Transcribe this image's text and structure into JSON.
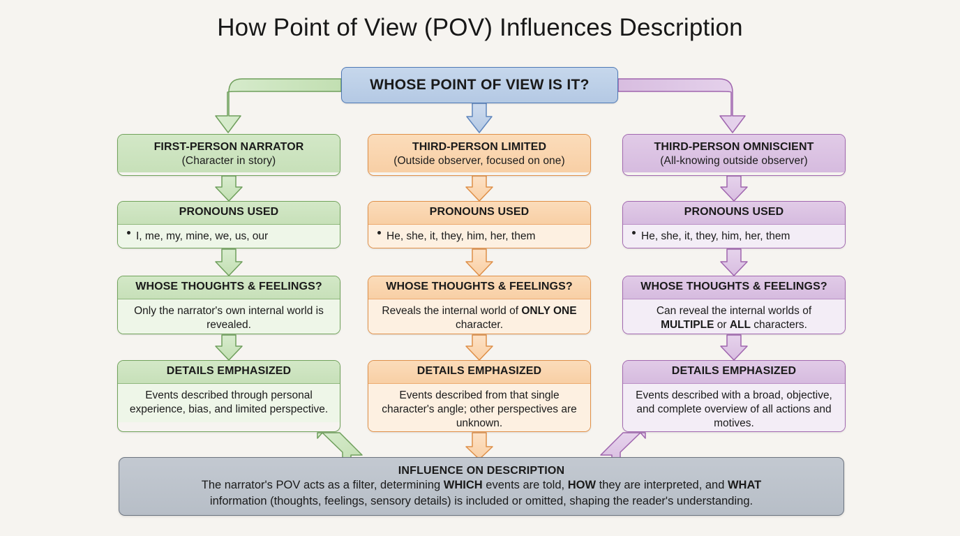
{
  "title": "How Point of View (POV) Influences Description",
  "colors": {
    "background": "#f6f4f0",
    "top_fill": "#bdd0e8",
    "top_border": "#4f79b5",
    "green_header": "#cbe3c0",
    "green_body": "#eef6e8",
    "green_border": "#71a35b",
    "orange_header": "#f9d2ab",
    "orange_body": "#fdf0e1",
    "orange_border": "#e09048",
    "purple_header": "#d9c2e0",
    "purple_body": "#f3edf6",
    "purple_border": "#a268b0",
    "summary_fill": "#bcc3cb",
    "summary_border": "#6c7480"
  },
  "root": {
    "label": "WHOSE POINT OF VIEW IS IT?"
  },
  "columns": [
    {
      "key": "first-person",
      "theme": "green",
      "type": {
        "heading": "FIRST-PERSON NARRATOR",
        "subheading": "(Character in story)"
      },
      "pronouns": {
        "heading": "PRONOUNS USED",
        "items": "I, me, my, mine, we, us, our"
      },
      "thoughts": {
        "heading": "WHOSE THOUGHTS & FEELINGS?",
        "text_parts": [
          {
            "text": "Only the narrator's own internal world is revealed.",
            "bold": false
          }
        ]
      },
      "details": {
        "heading": "DETAILS EMPHASIZED",
        "text": "Events described through personal experience, bias, and limited perspective."
      }
    },
    {
      "key": "third-limited",
      "theme": "orange",
      "type": {
        "heading": "THIRD-PERSON LIMITED",
        "subheading": "(Outside observer, focused on one)"
      },
      "pronouns": {
        "heading": "PRONOUNS USED",
        "items": "He, she, it, they, him, her, them"
      },
      "thoughts": {
        "heading": "WHOSE THOUGHTS & FEELINGS?",
        "text_parts": [
          {
            "text": "Reveals the internal world of ",
            "bold": false
          },
          {
            "text": "ONLY ONE",
            "bold": true
          },
          {
            "text": " character.",
            "bold": false
          }
        ]
      },
      "details": {
        "heading": "DETAILS EMPHASIZED",
        "text": "Events described from that single character's angle; other perspectives are unknown."
      }
    },
    {
      "key": "third-omniscient",
      "theme": "purple",
      "type": {
        "heading": "THIRD-PERSON OMNISCIENT",
        "subheading": "(All-knowing outside observer)"
      },
      "pronouns": {
        "heading": "PRONOUNS USED",
        "items": "He, she, it, they, him, her, them"
      },
      "thoughts": {
        "heading": "WHOSE THOUGHTS & FEELINGS?",
        "text_parts": [
          {
            "text": "Can reveal the internal worlds of ",
            "bold": false
          },
          {
            "text": "MULTIPLE",
            "bold": true
          },
          {
            "text": " or ",
            "bold": false
          },
          {
            "text": "ALL",
            "bold": true
          },
          {
            "text": " characters.",
            "bold": false
          }
        ]
      },
      "details": {
        "heading": "DETAILS EMPHASIZED",
        "text": "Events described with a broad, objective, and complete overview of all actions and motives."
      }
    }
  ],
  "summary": {
    "heading": "INFLUENCE ON DESCRIPTION",
    "line1_parts": [
      {
        "text": "The narrator's POV acts as a filter, determining ",
        "bold": false
      },
      {
        "text": "WHICH",
        "bold": true
      },
      {
        "text": " events are told, ",
        "bold": false
      },
      {
        "text": "HOW",
        "bold": true
      },
      {
        "text": " they are interpreted, and ",
        "bold": false
      },
      {
        "text": "WHAT",
        "bold": true
      }
    ],
    "line2_parts": [
      {
        "text": "information (thoughts, feelings, sensory details) is included or omitted, shaping the reader's understanding.",
        "bold": false
      }
    ]
  }
}
